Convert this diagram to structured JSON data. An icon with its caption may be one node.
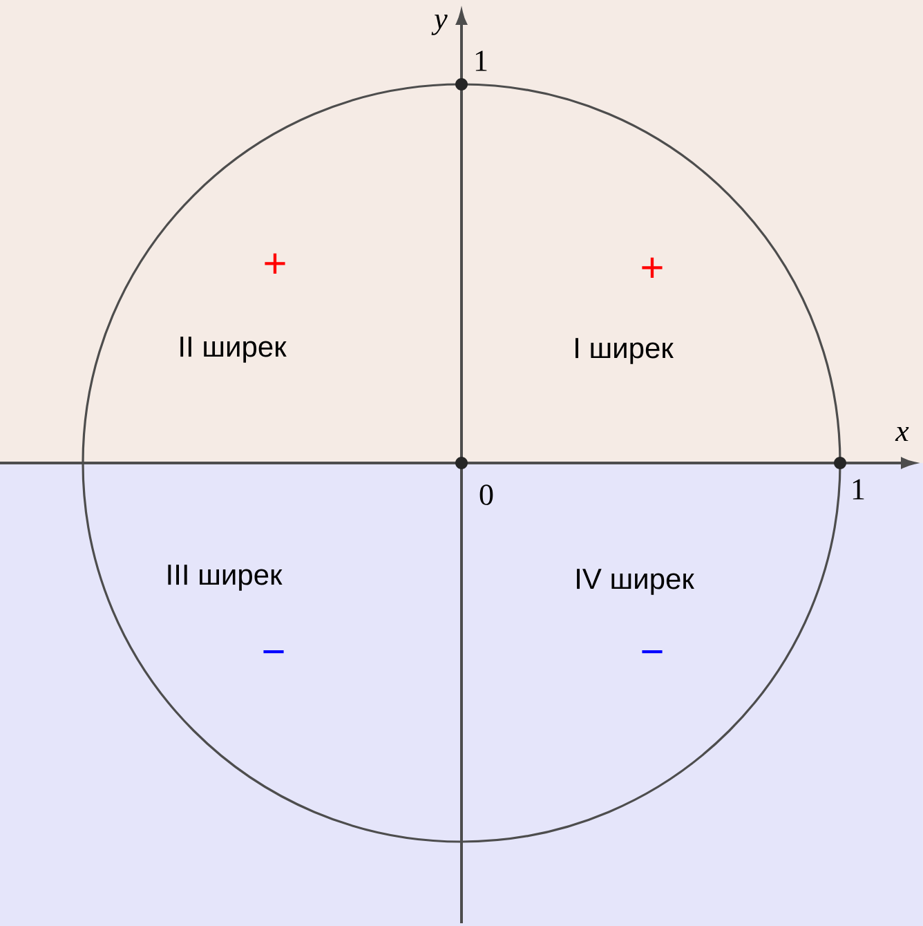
{
  "diagram": {
    "labels": [
      "y",
      "1",
      "x",
      "+",
      "+",
      "II ширек",
      "I ширек",
      "0",
      "1",
      "III ширек",
      "IV ширек",
      "−",
      "−"
    ]
  }
}
